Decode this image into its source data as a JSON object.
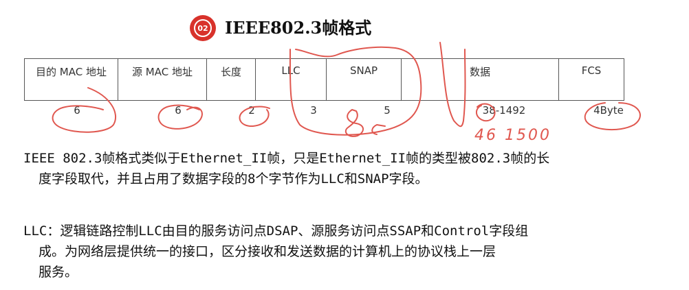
{
  "header": {
    "badge_number": "02",
    "title": "IEEE802.3帧格式"
  },
  "frame": {
    "fields": [
      {
        "label": "目的 MAC 地址",
        "size": "6"
      },
      {
        "label": "源 MAC 地址",
        "size": "6"
      },
      {
        "label": "长度",
        "size": "2"
      },
      {
        "label": "LLC",
        "size": "3"
      },
      {
        "label": "SNAP",
        "size": "5"
      },
      {
        "label": "数据",
        "size": "38-1492"
      },
      {
        "label": "FCS",
        "size": "4Byte"
      }
    ]
  },
  "handwriting": {
    "range_note": "46 1500"
  },
  "paragraphs": {
    "p1": {
      "line1": "IEEE 802.3帧格式类似于Ethernet_II帧，只是Ethernet_II帧的类型被802.3帧的长",
      "line2": "度字段取代，并且占用了数据字段的8个字节作为LLC和SNAP字段。"
    },
    "p2": {
      "line1": "LLC：逻辑链路控制LLC由目的服务访问点DSAP、源服务访问点SSAP和Control字段组",
      "line2": "成。为网络层提供统一的接口，区分接收和发送数据的计算机上的协议栈上一层",
      "line3": "服务。"
    }
  },
  "colors": {
    "accent": "#d8322b",
    "annotation": "#e0574f",
    "text": "#111111",
    "table_border": "#555555"
  }
}
